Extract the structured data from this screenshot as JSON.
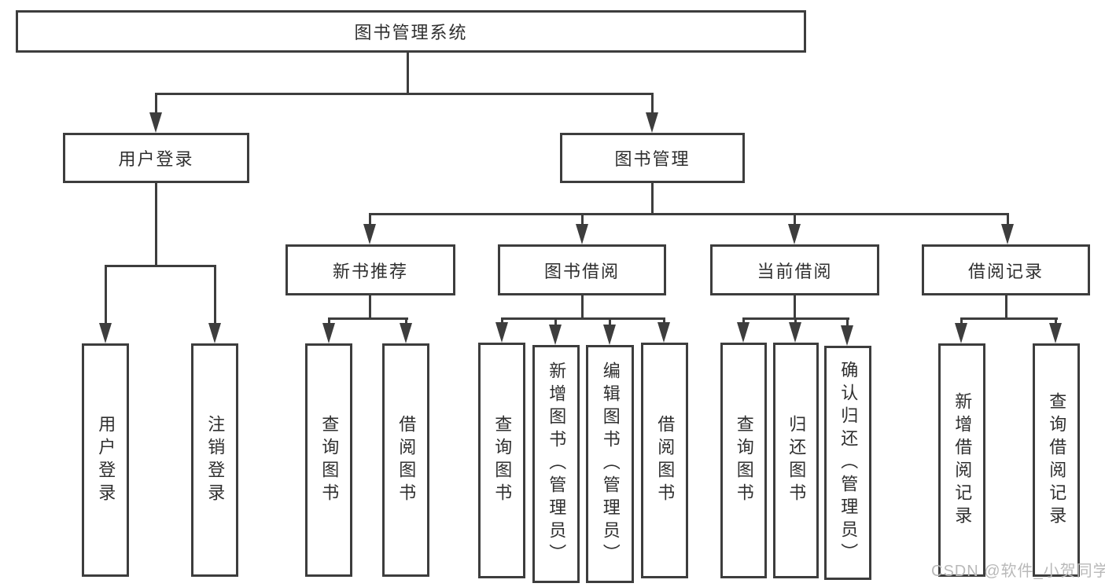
{
  "diagram": {
    "root": {
      "label": "图书管理系统",
      "children": [
        {
          "label": "用户登录",
          "children": [
            {
              "label": "用户登录"
            },
            {
              "label": "注销登录"
            }
          ]
        },
        {
          "label": "图书管理",
          "children": [
            {
              "label": "新书推荐",
              "children": [
                {
                  "label": "查询图书"
                },
                {
                  "label": "借阅图书"
                }
              ]
            },
            {
              "label": "图书借阅",
              "children": [
                {
                  "label": "查询图书"
                },
                {
                  "label": "新增图书（管理员）"
                },
                {
                  "label": "编辑图书（管理员）"
                },
                {
                  "label": "借阅图书"
                }
              ]
            },
            {
              "label": "当前借阅",
              "children": [
                {
                  "label": "查询图书"
                },
                {
                  "label": "归还图书"
                },
                {
                  "label": "确认归还（管理员）"
                }
              ]
            },
            {
              "label": "借阅记录",
              "children": [
                {
                  "label": "新增借阅记录"
                },
                {
                  "label": "查询借阅记录"
                }
              ]
            }
          ]
        }
      ]
    }
  },
  "watermark": {
    "text": "CSDN @软件_小贺同学"
  },
  "colors": {
    "line": "#3d3d3d",
    "text": "#2f2f2f",
    "watermark": "#b9b9b9",
    "background": "#ffffff"
  }
}
